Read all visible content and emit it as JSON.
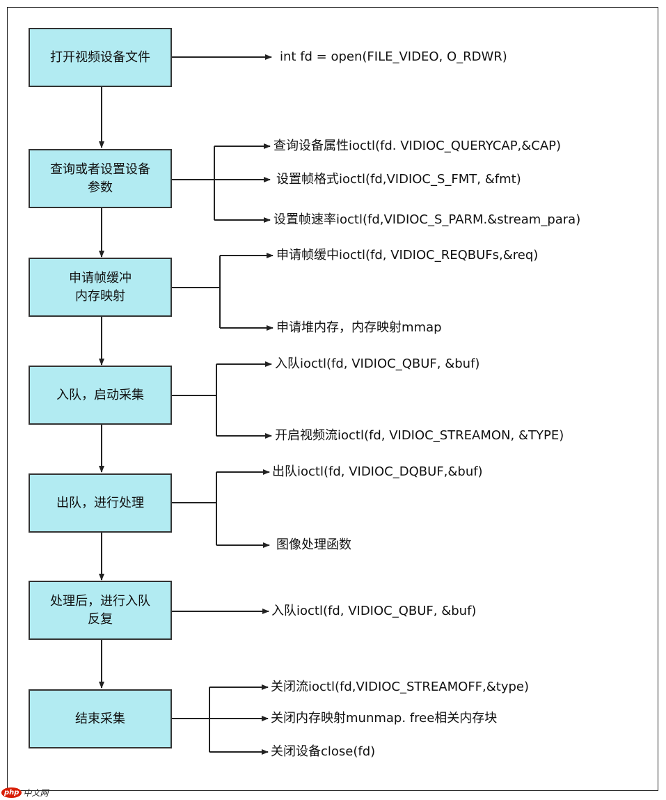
{
  "steps": [
    {
      "line1": "打开视频设备文件",
      "line2": ""
    },
    {
      "line1": "查询或者设置设备",
      "line2": "参数"
    },
    {
      "line1": "申请帧缓冲",
      "line2": "内存映射"
    },
    {
      "line1": "入队，启动采集",
      "line2": ""
    },
    {
      "line1": "出队，进行处理",
      "line2": ""
    },
    {
      "line1": "处理后，进行入队",
      "line2": "反复"
    },
    {
      "line1": "结束采集",
      "line2": ""
    }
  ],
  "labels": [
    "int fd = open(FILE_VIDEO, O_RDWR)",
    "查询设备属性ioctl(fd. VIDIOC_QUERYCAP,&CAP)",
    "设置帧格式ioctl(fd,VIDIOC_S_FMT, &fmt)",
    "设置帧速率ioctl(fd,VIDIOC_S_PARM.&stream_para)",
    "申请帧缓中ioctl(fd, VIDIOC_REQBUFs,&req)",
    "申请堆内存，内存映射mmap",
    "入队ioctl(fd, VIDIOC_QBUF, &buf)",
    "开启视频流ioctl(fd, VIDIOC_STREAMON, &TYPE)",
    "出队ioctl(fd, VIDIOC_DQBUF,&buf)",
    "图像处理函数",
    "入队ioctl(fd, VIDIOC_QBUF, &buf)",
    "关闭流ioctl(fd,VIDIOC_STREAMOFF,&type)",
    "关闭内存映射munmap. free相关内存块",
    "关闭设备close(fd)"
  ],
  "watermark": {
    "badge": "php",
    "text": "中文网"
  }
}
